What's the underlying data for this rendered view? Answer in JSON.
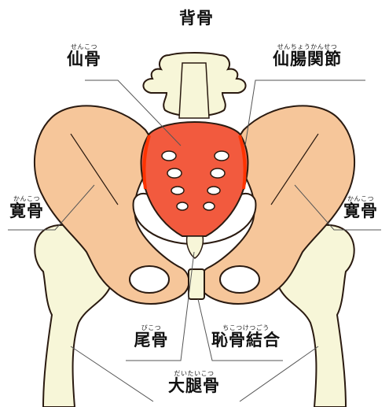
{
  "colors": {
    "bone_fill": "#f6c69a",
    "bone_outline": "#2a1a10",
    "femur_fill": "#f7f6d8",
    "spine_fill": "#f7f6d8",
    "sacrum_fill": "#f25a3e",
    "sacroiliac_joint": "#ff3300",
    "leader_line": "#555555"
  },
  "labels": {
    "spine": {
      "ruby": "",
      "text": "背骨"
    },
    "sacrum": {
      "ruby": "せんこつ",
      "text": "仙骨"
    },
    "sacroiliac_joint": {
      "ruby": "せんちょうかんせつ",
      "text": "仙腸関節"
    },
    "ilium_left": {
      "ruby": "かんこつ",
      "text": "寛骨"
    },
    "ilium_right": {
      "ruby": "かんこつ",
      "text": "寛骨"
    },
    "coccyx": {
      "ruby": "びこつ",
      "text": "尾骨"
    },
    "pubic_symphysis": {
      "ruby": "ちこつけつごう",
      "text": "恥骨結合"
    },
    "femur": {
      "ruby": "だいたいこつ",
      "text": "大腿骨"
    }
  }
}
